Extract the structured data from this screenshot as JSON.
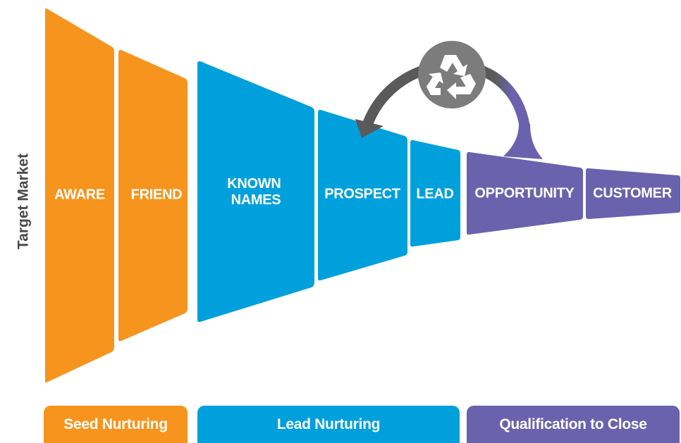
{
  "side_label": "Target Market",
  "colors": {
    "seed": "#f7941d",
    "lead": "#00a0dc",
    "qualification": "#6a62ad",
    "recycle_circle": "#7c7c7c",
    "recycle_arrow": "#5a5a5a"
  },
  "stages": [
    {
      "id": "aware",
      "label": "AWARE",
      "group": "seed"
    },
    {
      "id": "friend",
      "label": "FRIEND",
      "group": "seed"
    },
    {
      "id": "known-names",
      "label_lines": [
        "KNOWN",
        "NAMES"
      ],
      "group": "lead"
    },
    {
      "id": "prospect",
      "label": "PROSPECT",
      "group": "lead"
    },
    {
      "id": "lead",
      "label": "LEAD",
      "group": "lead"
    },
    {
      "id": "opportunity",
      "label": "OPPORTUNITY",
      "group": "qualification"
    },
    {
      "id": "customer",
      "label": "CUSTOMER",
      "group": "qualification"
    }
  ],
  "recycle_icon": "recycle-icon",
  "bands": {
    "seed": "Seed Nurturing",
    "lead": "Lead Nurturing",
    "qualification": "Qualification to Close"
  }
}
